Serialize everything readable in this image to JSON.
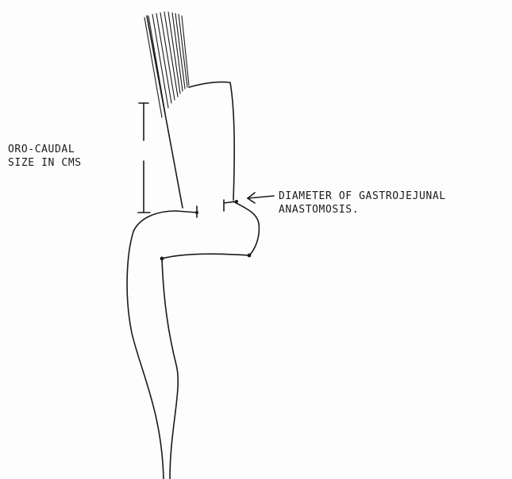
{
  "labels": {
    "size_line1": "ORO-CAUDAL",
    "size_line2": "SIZE IN CMS",
    "diameter_line1": "DIAMETER OF GASTROJEJUNAL",
    "diameter_line2": "ANASTOMOSIS."
  }
}
